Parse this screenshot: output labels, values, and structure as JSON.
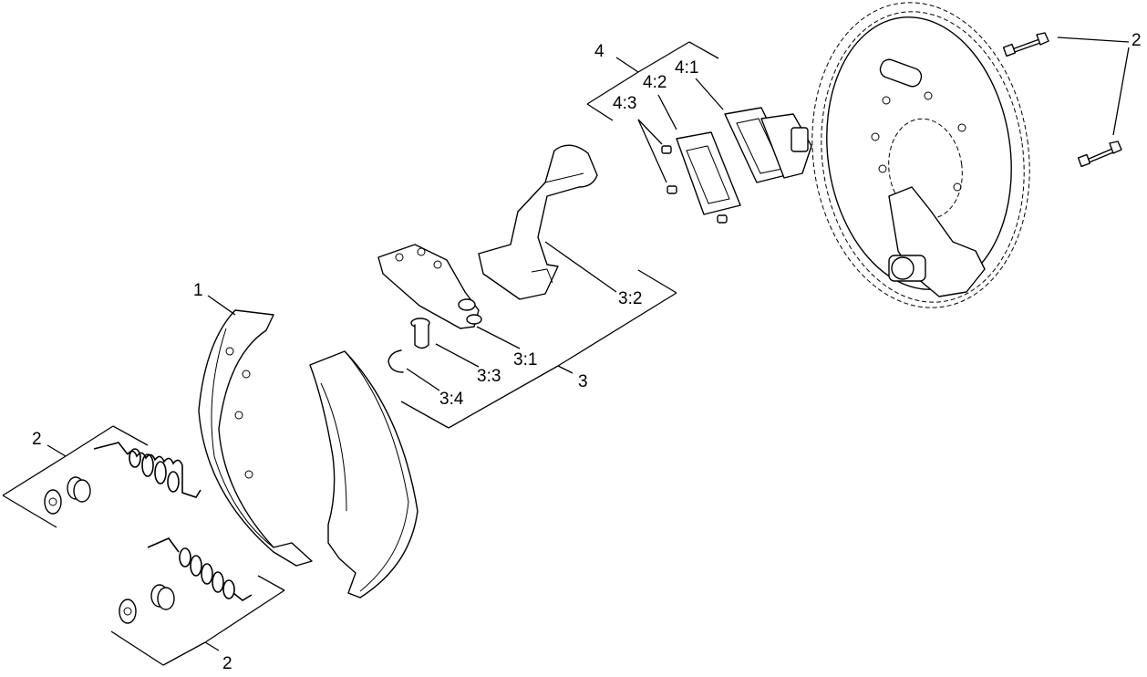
{
  "labels": {
    "l1": "1",
    "l2a": "2",
    "l2b": "2",
    "l2c": "2",
    "l3": "3",
    "l3_1": "3:1",
    "l3_2": "3:2",
    "l3_3": "3:3",
    "l3_4": "3:4",
    "l4": "4",
    "l4_1": "4:1",
    "l4_2": "4:2",
    "l4_3": "4:3"
  }
}
